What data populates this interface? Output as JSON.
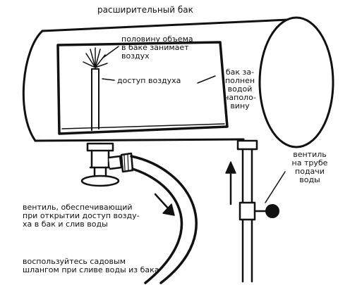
{
  "labels": {
    "title": "расширительный бак",
    "half_volume": "половину объема\nв баке занимает\nвоздух",
    "air_access": "доступ воздуха",
    "tank_half": "бак за-\nполнен\nводой\nнаполо-\nвину",
    "supply_valve": "вентиль\nна трубе\nподачи\nводы",
    "drain_valve": "вентиль, обеспечивающий\nпри открытии доступ возду-\nха в бак и слив воды",
    "hose_tip": "воспользуйтесь садовым\nшлангом при сливе воды из бака"
  },
  "colors": {
    "ink": "#111111",
    "paper": "#ffffff"
  }
}
